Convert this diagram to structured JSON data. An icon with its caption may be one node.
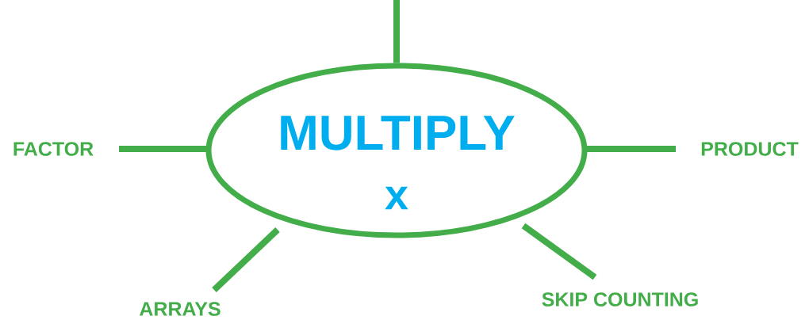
{
  "diagram": {
    "nodes": [
      {
        "text": [
          "MULTIPLY",
          "x"
        ]
      },
      {
        "text": [
          "FACTOR"
        ]
      },
      {
        "text": [
          "PRODUCT"
        ]
      },
      {
        "text": [
          "ARRAYS"
        ]
      },
      {
        "text": [
          "SKIP COUNTING"
        ]
      }
    ],
    "edges": [
      {
        "from": null,
        "to": 0,
        "arrow": "none"
      },
      {
        "from": 0,
        "to": 1,
        "arrow": "none"
      },
      {
        "from": 0,
        "to": 2,
        "arrow": "none"
      },
      {
        "from": 0,
        "to": 3,
        "arrow": "none"
      },
      {
        "from": 0,
        "to": 4,
        "arrow": "none"
      }
    ]
  }
}
